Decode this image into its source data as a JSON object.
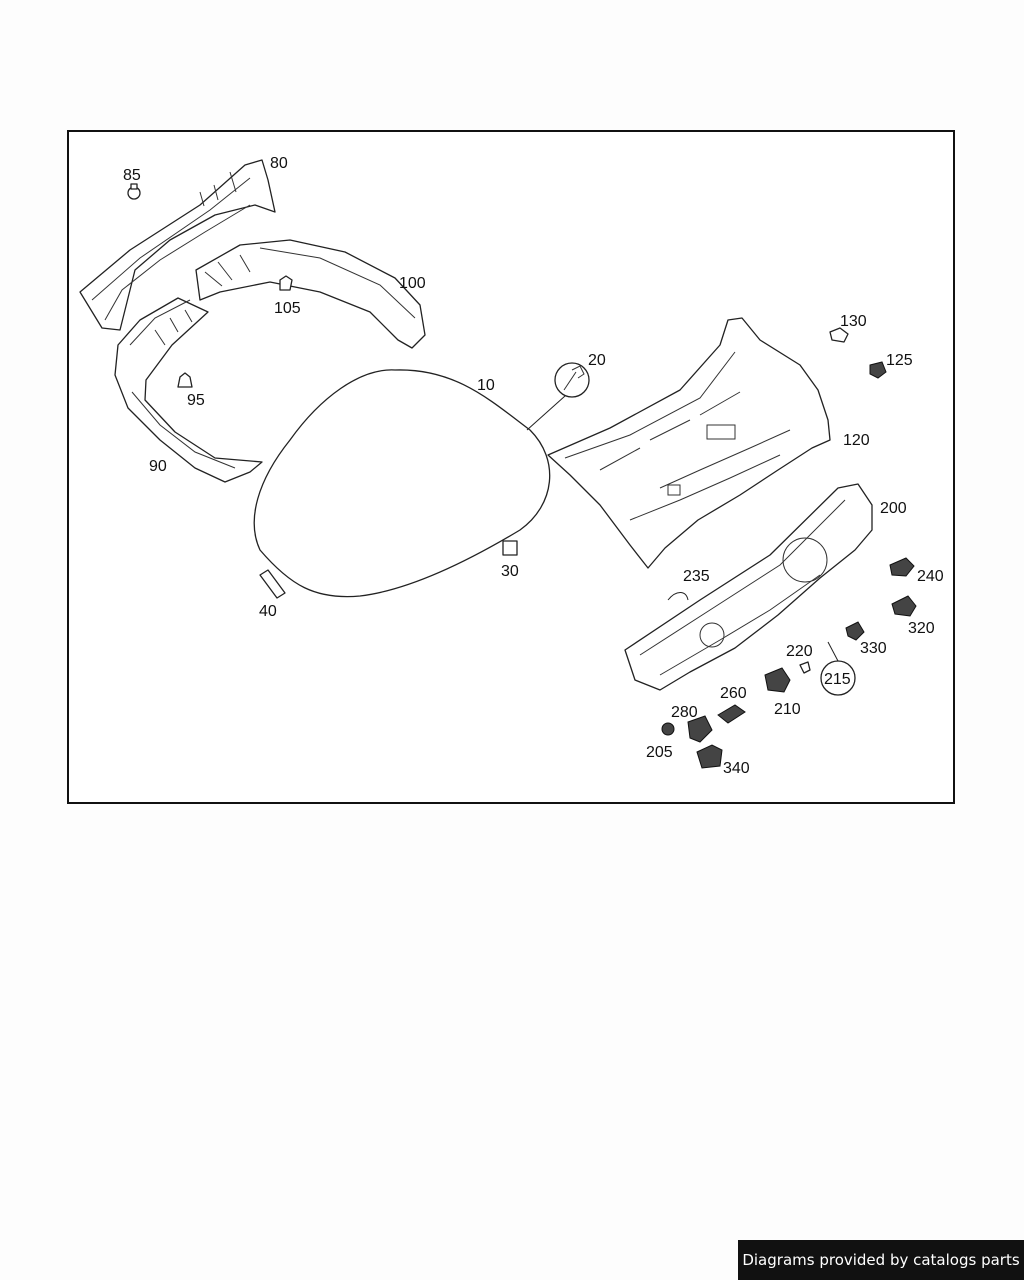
{
  "diagram": {
    "callouts": {
      "c10": "10",
      "c20": "20",
      "c30": "30",
      "c40": "40",
      "c80": "80",
      "c85": "85",
      "c90": "90",
      "c95": "95",
      "c100": "100",
      "c105": "105",
      "c120": "120",
      "c125": "125",
      "c130": "130",
      "c200": "200",
      "c205": "205",
      "c210": "210",
      "c215": "215",
      "c220": "220",
      "c235": "235",
      "c240": "240",
      "c260": "260",
      "c280": "280",
      "c320": "320",
      "c330": "330",
      "c340": "340"
    }
  },
  "footer": {
    "credit": "Diagrams provided by catalogs parts"
  },
  "colors": {
    "background": "#fdfdfd",
    "frame": "#111111",
    "footer_bg": "#111111",
    "footer_text": "#ffffff"
  }
}
